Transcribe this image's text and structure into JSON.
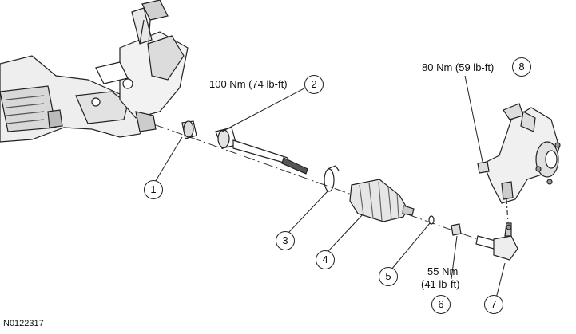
{
  "document_id": "N0122317",
  "torque_labels": {
    "item2": "100 Nm (74 lb-ft)",
    "item8": "80 Nm (59 lb-ft)",
    "item6_line1": "55 Nm",
    "item6_line2": "(41 lb-ft)"
  },
  "callouts": [
    "1",
    "2",
    "3",
    "4",
    "5",
    "6",
    "7",
    "8"
  ],
  "icons": {
    "steering_gear": "steering-gear-assembly-icon",
    "knuckle": "steering-knuckle-hub-icon"
  },
  "colors": {
    "line": "#222222",
    "fill": "#ffffff",
    "shade": "#cfcfcf"
  }
}
